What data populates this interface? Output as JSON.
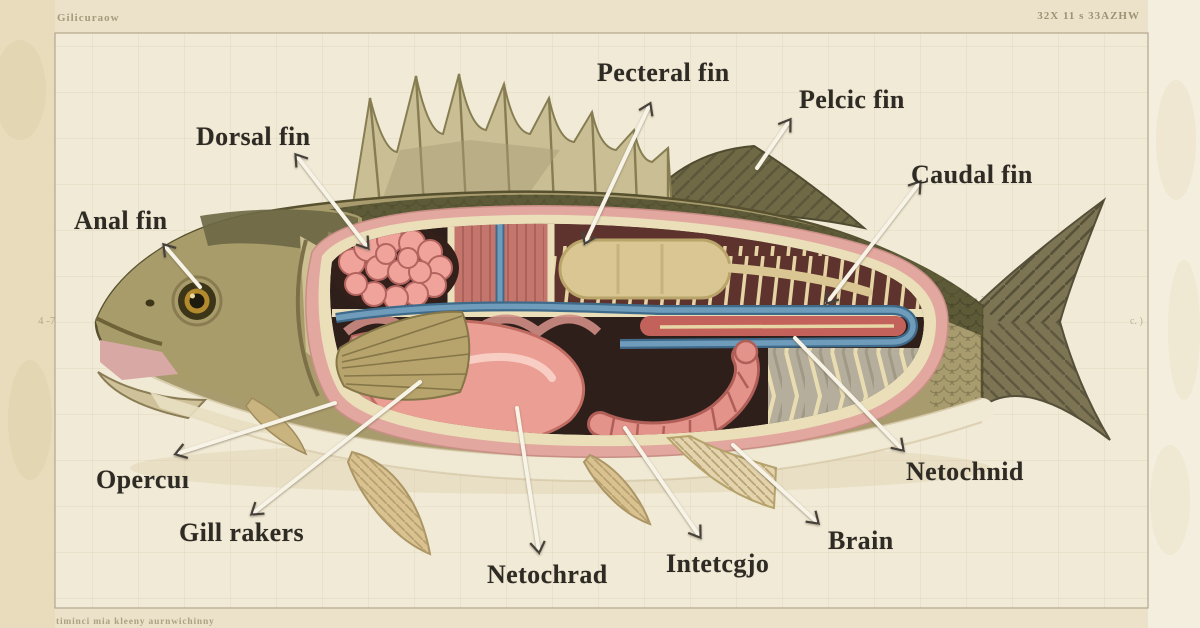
{
  "diagram": {
    "subject": "fish-anatomy-cross-section",
    "labels": [
      {
        "id": "dorsal-fin",
        "text": "Dorsal fin"
      },
      {
        "id": "pecteral-fin",
        "text": "Pecteral fin"
      },
      {
        "id": "pelcic-fin",
        "text": "Pelcic fin"
      },
      {
        "id": "caudal-fin",
        "text": "Caudal fin"
      },
      {
        "id": "anal-fin",
        "text": "Anal fin"
      },
      {
        "id": "opercur",
        "text": "Opercuı"
      },
      {
        "id": "gill-rakers",
        "text": "Gill rakers"
      },
      {
        "id": "netochrad",
        "text": "Netochrad"
      },
      {
        "id": "intetcgjo",
        "text": "Intetcgjo"
      },
      {
        "id": "brain",
        "text": "Brain"
      },
      {
        "id": "netochnid",
        "text": "Netochnid"
      }
    ],
    "margin_notes": {
      "top_left": "Gilicuraow",
      "top_right": "32X 11 s 33AZHW",
      "bottom_left": "timinci mia kleeny aurnwichinny",
      "left_mid": "4   -7",
      "right_mid": "c.   )"
    },
    "colors": {
      "paper": "#f1ead6",
      "ink": "#2e2a24",
      "arrow_white": "#f7f3e7",
      "fish_olive": "#a89c6e",
      "fin_tan": "#d9c28f",
      "organ_pink": "#eb9e93",
      "vessel_blue": "#6f9cbb",
      "cavity_maroon": "#5e332d",
      "bladder_tan": "#d9c692"
    }
  }
}
